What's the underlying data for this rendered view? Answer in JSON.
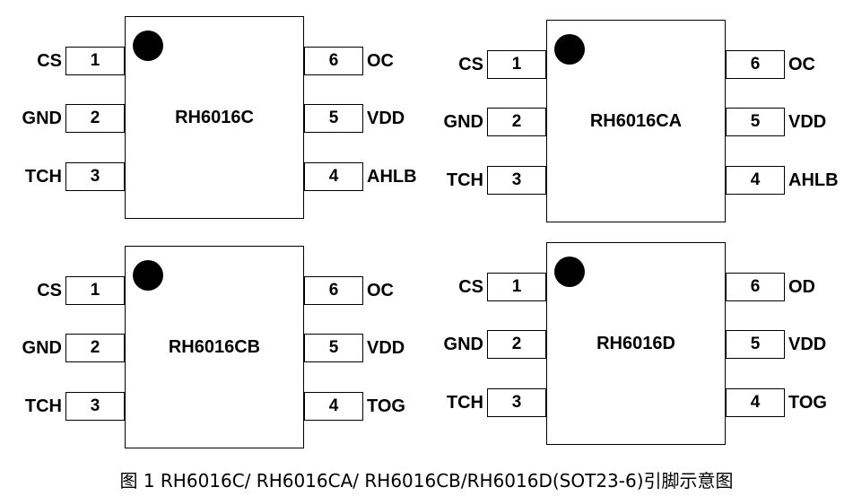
{
  "chips": [
    {
      "part": "RH6016C",
      "left_pins": [
        {
          "num": "1",
          "name": "CS"
        },
        {
          "num": "2",
          "name": "GND"
        },
        {
          "num": "3",
          "name": "TCH"
        }
      ],
      "right_pins": [
        {
          "num": "6",
          "name": "OC"
        },
        {
          "num": "5",
          "name": "VDD"
        },
        {
          "num": "4",
          "name": "AHLB"
        }
      ]
    },
    {
      "part": "RH6016CA",
      "left_pins": [
        {
          "num": "1",
          "name": "CS"
        },
        {
          "num": "2",
          "name": "GND"
        },
        {
          "num": "3",
          "name": "TCH"
        }
      ],
      "right_pins": [
        {
          "num": "6",
          "name": "OC"
        },
        {
          "num": "5",
          "name": "VDD"
        },
        {
          "num": "4",
          "name": "AHLB"
        }
      ]
    },
    {
      "part": "RH6016CB",
      "left_pins": [
        {
          "num": "1",
          "name": "CS"
        },
        {
          "num": "2",
          "name": "GND"
        },
        {
          "num": "3",
          "name": "TCH"
        }
      ],
      "right_pins": [
        {
          "num": "6",
          "name": "OC"
        },
        {
          "num": "5",
          "name": "VDD"
        },
        {
          "num": "4",
          "name": "TOG"
        }
      ]
    },
    {
      "part": "RH6016D",
      "left_pins": [
        {
          "num": "1",
          "name": "CS"
        },
        {
          "num": "2",
          "name": "GND"
        },
        {
          "num": "3",
          "name": "TCH"
        }
      ],
      "right_pins": [
        {
          "num": "6",
          "name": "OD"
        },
        {
          "num": "5",
          "name": "VDD"
        },
        {
          "num": "4",
          "name": "TOG"
        }
      ]
    }
  ],
  "caption": "图 1 RH6016C/ RH6016CA/ RH6016CB/RH6016D(SOT23-6)引脚示意图"
}
